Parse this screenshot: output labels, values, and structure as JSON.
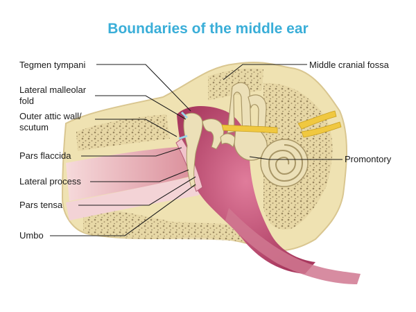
{
  "title": "Boundaries of the middle ear",
  "labels": {
    "tegmen_tympani": "Tegmen tympani",
    "lateral_malleolar_fold_line1": "Lateral malleolar",
    "lateral_malleolar_fold_line2": "fold",
    "outer_attic_wall_line1": "Outer attic wall/",
    "outer_attic_wall_line2": "scutum",
    "pars_flaccida": "Pars flaccida",
    "lateral_process": "Lateral process",
    "pars_tensa": "Pars tensa",
    "umbo": "Umbo",
    "middle_cranial_fossa": "Middle cranial fossa",
    "promontory": "Promontory"
  },
  "colors": {
    "title": "#3aaed8",
    "bone": "#efe2b2",
    "bone_dark": "#d9c690",
    "mucosa": "#c94f78",
    "canal": "#e8a7ad",
    "nerve": "#f0c840",
    "ossicle": "#ece0b8"
  }
}
